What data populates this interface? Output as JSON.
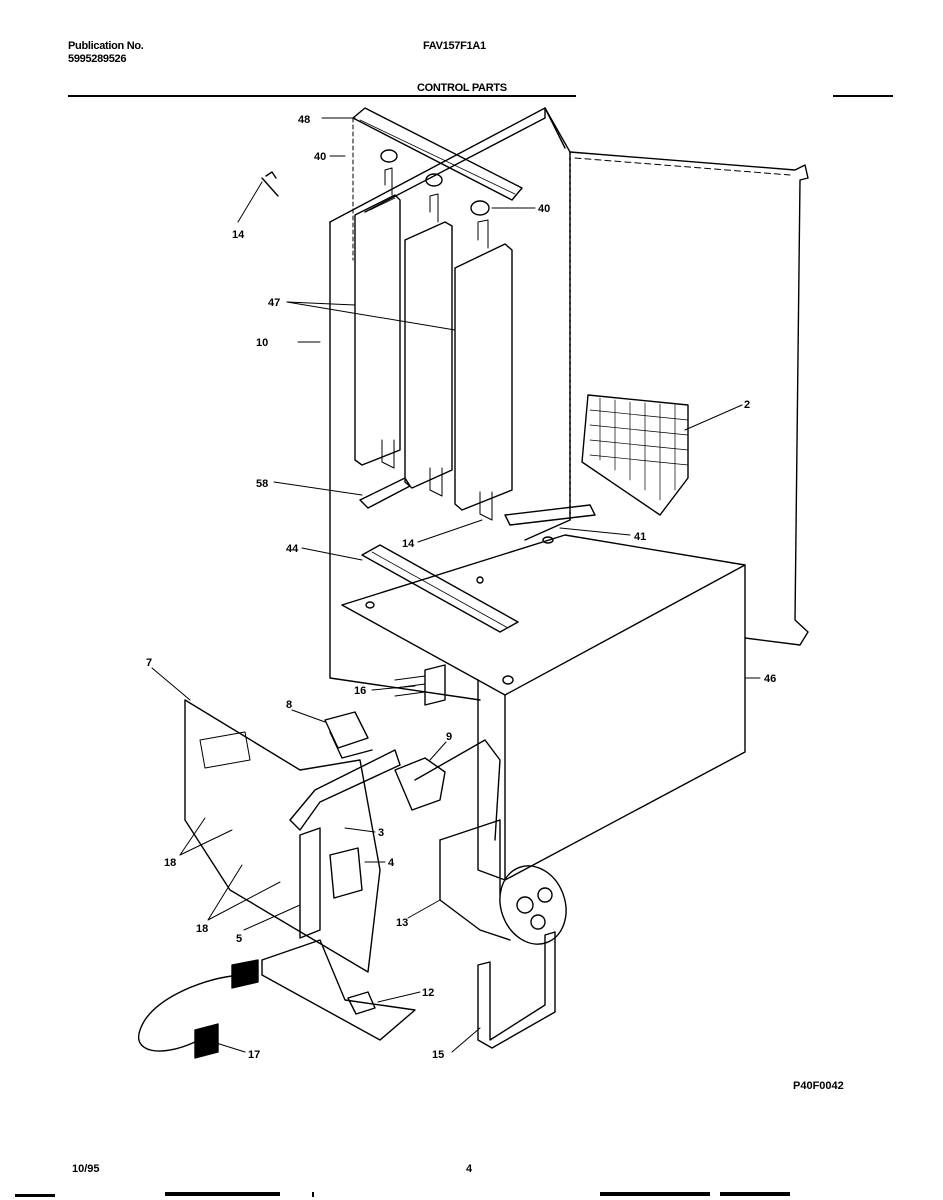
{
  "header": {
    "publication_label": "Publication No.",
    "publication_number": "5995289526",
    "model": "FAV157F1A1",
    "section": "CONTROL PARTS"
  },
  "diagram_code": "P40F0042",
  "footer": {
    "date": "10/95",
    "page": "4"
  },
  "callouts": [
    "48",
    "40",
    "40",
    "14",
    "47",
    "10",
    "2",
    "58",
    "14",
    "41",
    "44",
    "16",
    "46",
    "7",
    "8",
    "9",
    "3",
    "4",
    "18",
    "18",
    "5",
    "13",
    "12",
    "17",
    "15"
  ]
}
